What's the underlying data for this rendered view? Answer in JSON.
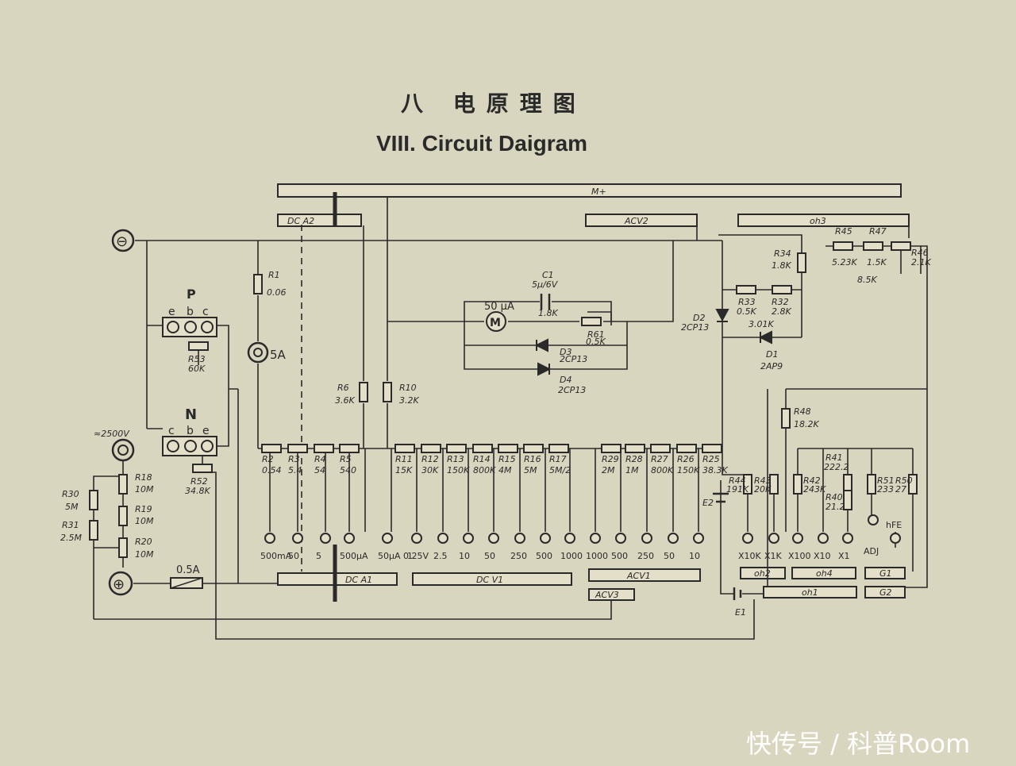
{
  "title": {
    "cn": "八 电原理图",
    "en": "VIII. Circuit Daigram"
  },
  "watermark": "快传号 / 科普Room",
  "switch_bars": {
    "top_main": "M+",
    "dca2": "DC A2",
    "acv2": "ACV2",
    "oh3": "oh3",
    "dca1": "DC A1",
    "dcv1": "DC V1",
    "acv1": "ACV1",
    "acv3": "ACV3",
    "oh2": "oh2",
    "oh4": "oh4",
    "oh1": "oh1",
    "g1": "G1",
    "g2": "G2"
  },
  "sockets": {
    "minus": "⊖",
    "plus": "⊕",
    "hv": "≈2500V",
    "fuse_socket": "5A",
    "fuse": "0.5A"
  },
  "transistor": {
    "p_label": "P",
    "p_pins": [
      "e",
      "b",
      "c"
    ],
    "n_label": "N",
    "n_pins": [
      "c",
      "b",
      "e"
    ]
  },
  "meter": {
    "label": "50 μA",
    "symbol": "M"
  },
  "components": {
    "r1": [
      "R1",
      "0.06"
    ],
    "r53": [
      "R53",
      "60K"
    ],
    "r52": [
      "R52",
      "34.8K"
    ],
    "r18": [
      "R18",
      "10M"
    ],
    "r19": [
      "R19",
      "10M"
    ],
    "r20": [
      "R20",
      "10M"
    ],
    "r30": [
      "R30",
      "5M"
    ],
    "r31": [
      "R31",
      "2.5M"
    ],
    "r6": [
      "R6",
      "3.6K"
    ],
    "r10": [
      "R10",
      "3.2K"
    ],
    "c1": [
      "C1",
      "5μ/6V"
    ],
    "r_18k": [
      "",
      "1.8K"
    ],
    "r61": [
      "R61",
      "0.5K"
    ],
    "d3": [
      "D3",
      "2CP13"
    ],
    "d4": [
      "D4",
      "2CP13"
    ],
    "d2": [
      "D2",
      "2CP13"
    ],
    "d1": [
      "D1",
      "2AP9"
    ],
    "r34": [
      "R34",
      "1.8K"
    ],
    "r33": [
      "R33",
      "0.5K"
    ],
    "r32": [
      "R32",
      "2.8K"
    ],
    "r_301": [
      "",
      "3.01K"
    ],
    "r45": [
      "R45",
      "5.23K"
    ],
    "r47": [
      "R47",
      "1.5K"
    ],
    "r46": [
      "R46",
      "2.1K"
    ],
    "r_85": [
      "",
      "8.5K"
    ],
    "r48": [
      "R48",
      "18.2K"
    ],
    "r44": [
      "R44",
      "191K"
    ],
    "r43": [
      "R43",
      "20K"
    ],
    "r42": [
      "R42",
      "243K"
    ],
    "r41": [
      "R41",
      "222.2"
    ],
    "r40": [
      "R40",
      "21.2"
    ],
    "r51": [
      "R51",
      "233"
    ],
    "r50": [
      "R50",
      "27"
    ],
    "e2": "E2",
    "e1": "E1"
  },
  "divider": [
    [
      "R2",
      "0.54"
    ],
    [
      "R3",
      "5.4"
    ],
    [
      "R4",
      "54"
    ],
    [
      "R5",
      "540"
    ],
    [
      "R11",
      "15K"
    ],
    [
      "R12",
      "30K"
    ],
    [
      "R13",
      "150K"
    ],
    [
      "R14",
      "800K"
    ],
    [
      "R15",
      "4M"
    ],
    [
      "R16",
      "5M"
    ],
    [
      "R17",
      "5M/2"
    ],
    [
      "R29",
      "2M"
    ],
    [
      "R28",
      "1M"
    ],
    [
      "R27",
      "800K"
    ],
    [
      "R26",
      "150K"
    ],
    [
      "R25",
      "38.3K"
    ]
  ],
  "range_terminals": [
    "500mA",
    "50",
    "5",
    "500μA",
    "50μA 0.25V",
    "1",
    "2.5",
    "10",
    "50",
    "250",
    "500",
    "1000",
    "1000",
    "500",
    "250",
    "50",
    "10",
    "X10K",
    "X1K",
    "X100",
    "X10",
    "X1",
    "ADJ",
    "hFE"
  ]
}
